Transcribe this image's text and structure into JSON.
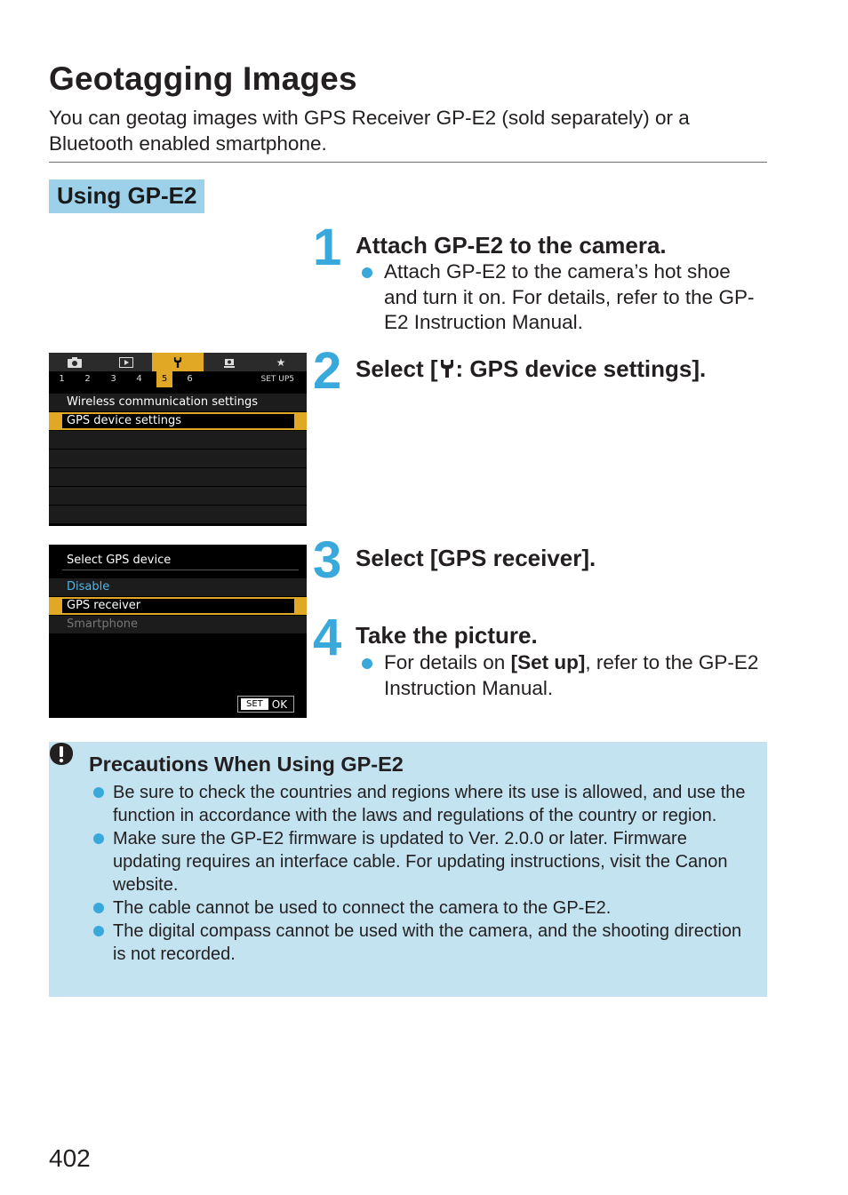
{
  "title": "Geotagging Images",
  "intro": "You can geotag images with GPS Receiver GP-E2 (sold separately) or a Bluetooth enabled smartphone.",
  "section": "Using GP-E2",
  "steps": [
    {
      "num": "1",
      "title": "Attach GP-E2 to the camera.",
      "bullets": [
        "Attach GP-E2 to the camera’s hot shoe and turn it on. For details, refer to the GP-E2 Instruction Manual."
      ]
    },
    {
      "num": "2",
      "title_pre": "Select [",
      "title_icon": "wrench-icon",
      "title_post": ": GPS device settings]."
    },
    {
      "num": "3",
      "title": "Select [GPS receiver]."
    },
    {
      "num": "4",
      "title": "Take the picture.",
      "bullet_pre": "For details on ",
      "bullet_bold": "[Set up]",
      "bullet_post": ", refer to the GP-E2 Instruction Manual."
    }
  ],
  "screen1": {
    "subtabs": [
      "1",
      "2",
      "3",
      "4",
      "5",
      "6"
    ],
    "setup_label": "SET UP5",
    "items": [
      "Wireless communication settings",
      "GPS device settings"
    ]
  },
  "screen2": {
    "title": "Select GPS device",
    "options": [
      "Disable",
      "GPS receiver",
      "Smartphone"
    ],
    "set_label": "SET",
    "ok_label": "OK"
  },
  "precautions": {
    "title": "Precautions When Using GP-E2",
    "items": [
      "Be sure to check the countries and regions where its use is allowed, and use the function in accordance with the laws and regulations of the country or region.",
      "Make sure the GP-E2 firmware is updated to Ver. 2.0.0 or later. Firmware updating requires an interface cable. For updating instructions, visit the Canon website.",
      "The cable cannot be used to connect the camera to the GP-E2.",
      "The digital compass cannot be used with the camera, and the shooting direction is not recorded."
    ]
  },
  "page_number": "402",
  "colors": {
    "accent": "#39a9dc",
    "section_bg": "#9dd1ea",
    "caution_bg": "#c3e3f1",
    "menu_highlight": "#e1a826"
  }
}
